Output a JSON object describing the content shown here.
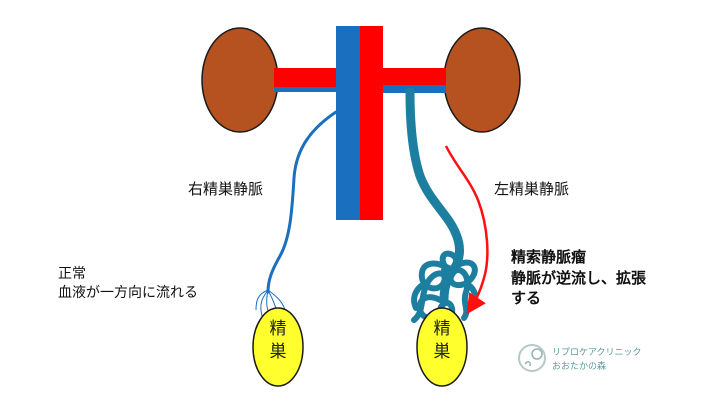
{
  "labels": {
    "right_vein": "右精巣静脈",
    "left_vein": "左精巣静脈",
    "normal_title": "正常",
    "normal_desc": "血液が一方向に流れる",
    "varicocele_title": "精索静脈瘤",
    "varicocele_desc_line1": "静脈が逆流し、拡張",
    "varicocele_desc_line2": "する",
    "testis_char1": "精",
    "testis_char2": "巣"
  },
  "logo": {
    "line1": "リプロケアクリニック",
    "line2": "おおたかの森"
  },
  "colors": {
    "kidney": "#b5521f",
    "vein": "#1a6fbf",
    "artery": "#ff0000",
    "varicocele": "#1d7fa0",
    "testis": "#ffff2e",
    "reflux_arrow": "#ff1010"
  }
}
